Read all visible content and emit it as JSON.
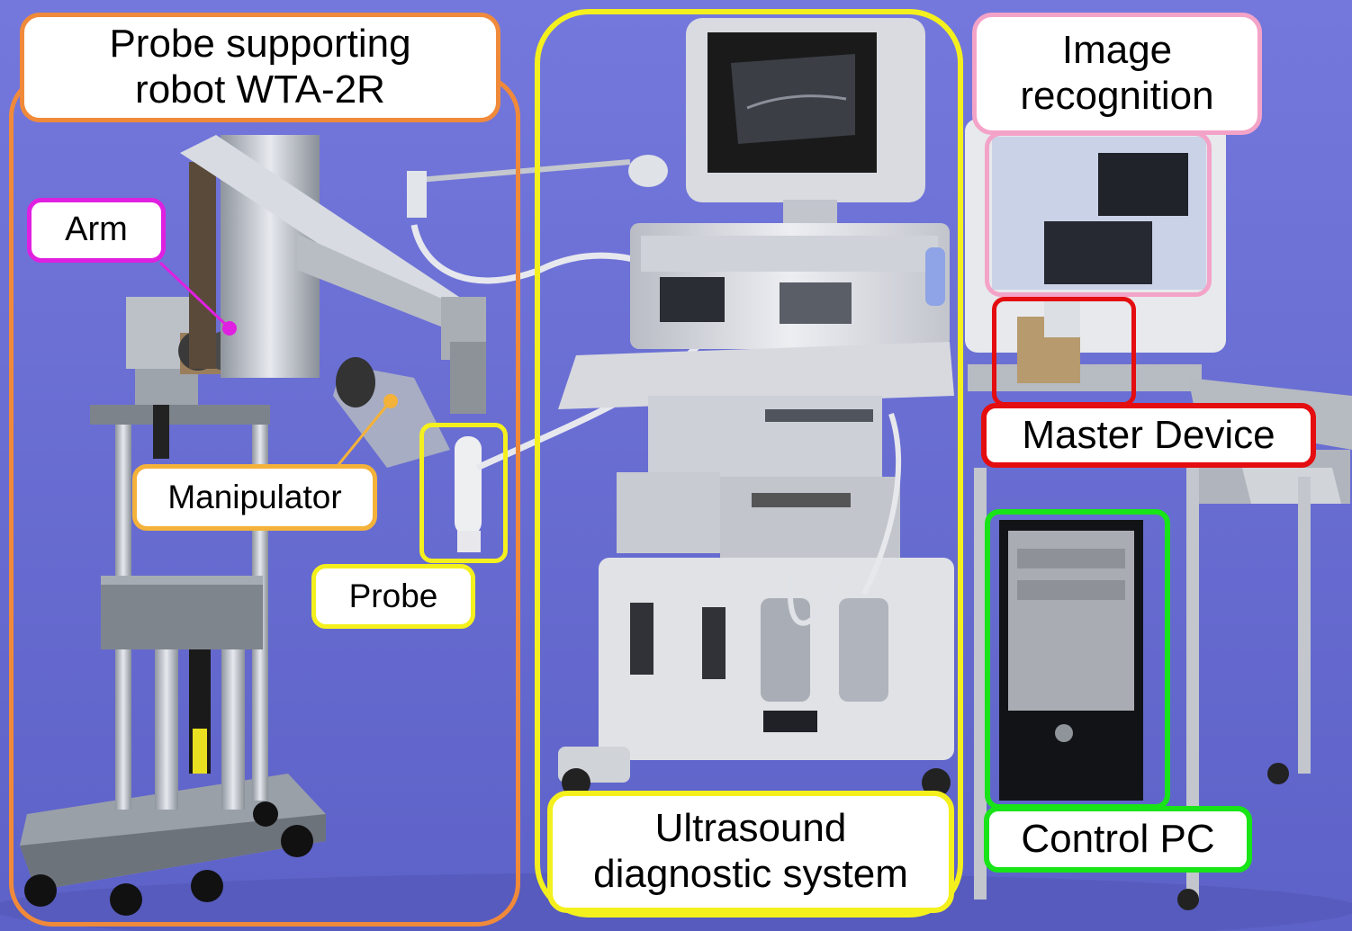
{
  "labels": {
    "robot": "Probe supporting\nrobot WTA-2R",
    "arm": "Arm",
    "manipulator": "Manipulator",
    "probe": "Probe",
    "image_recognition": "Image\nrecognition",
    "master_device": "Master Device",
    "ultrasound": "Ultrasound\ndiagnostic system",
    "control_pc": "Control PC"
  },
  "colors": {
    "background": "#6a6fd6",
    "robot": "#f08a3a",
    "arm": "#e020e0",
    "manipulator": "#f4b23a",
    "probe": "#f4f01e",
    "image_recognition": "#f4a3c8",
    "master_device": "#e40d10",
    "ultrasound": "#f4f01e",
    "control_pc": "#18e418"
  }
}
